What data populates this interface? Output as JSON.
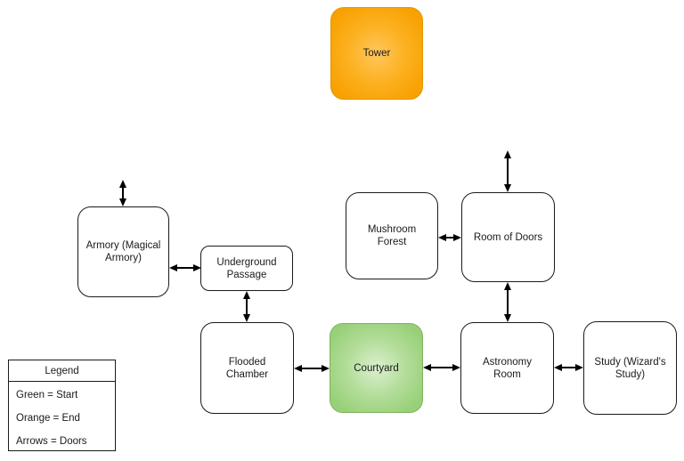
{
  "diagram": {
    "nodes": [
      {
        "id": "tower",
        "label": "Tower",
        "role": "end"
      },
      {
        "id": "armory",
        "label": "Armory (Magical Armory)",
        "role": "room"
      },
      {
        "id": "underground-passage",
        "label": "Underground Passage",
        "role": "room"
      },
      {
        "id": "mushroom-forest",
        "label": "Mushroom Forest",
        "role": "room"
      },
      {
        "id": "room-of-doors",
        "label": "Room of Doors",
        "role": "room"
      },
      {
        "id": "flooded-chamber",
        "label": "Flooded Chamber",
        "role": "room"
      },
      {
        "id": "courtyard",
        "label": "Courtyard",
        "role": "start"
      },
      {
        "id": "astronomy-room",
        "label": "Astronomy Room",
        "role": "room"
      },
      {
        "id": "study",
        "label": "Study (Wizard's Study)",
        "role": "room"
      }
    ],
    "edges": [
      {
        "from": "armory",
        "to": "underground-passage",
        "bidirectional": true
      },
      {
        "from": "underground-passage",
        "to": "flooded-chamber",
        "bidirectional": true
      },
      {
        "from": "flooded-chamber",
        "to": "courtyard",
        "bidirectional": true
      },
      {
        "from": "courtyard",
        "to": "astronomy-room",
        "bidirectional": true
      },
      {
        "from": "astronomy-room",
        "to": "study",
        "bidirectional": true
      },
      {
        "from": "mushroom-forest",
        "to": "room-of-doors",
        "bidirectional": true
      },
      {
        "from": "room-of-doors",
        "to": "astronomy-room",
        "bidirectional": true
      },
      {
        "from": "armory",
        "to": "offscreen-up",
        "bidirectional": true
      },
      {
        "from": "room-of-doors",
        "to": "offscreen-up",
        "bidirectional": true
      }
    ],
    "legend": {
      "title": "Legend",
      "items": [
        "Green = Start",
        "Orange = End",
        "Arrows = Doors"
      ]
    },
    "colors": {
      "start_fill_edge": "#97d077",
      "start_fill_center": "#dcf0ce",
      "start_stroke": "#7fb25f",
      "end_fill_edge": "#f8a101",
      "end_fill_center": "#ffc75e",
      "end_stroke": "#e09600",
      "room_fill": "#ffffff",
      "stroke": "#1a1a1a",
      "background": "#ffffff"
    }
  }
}
